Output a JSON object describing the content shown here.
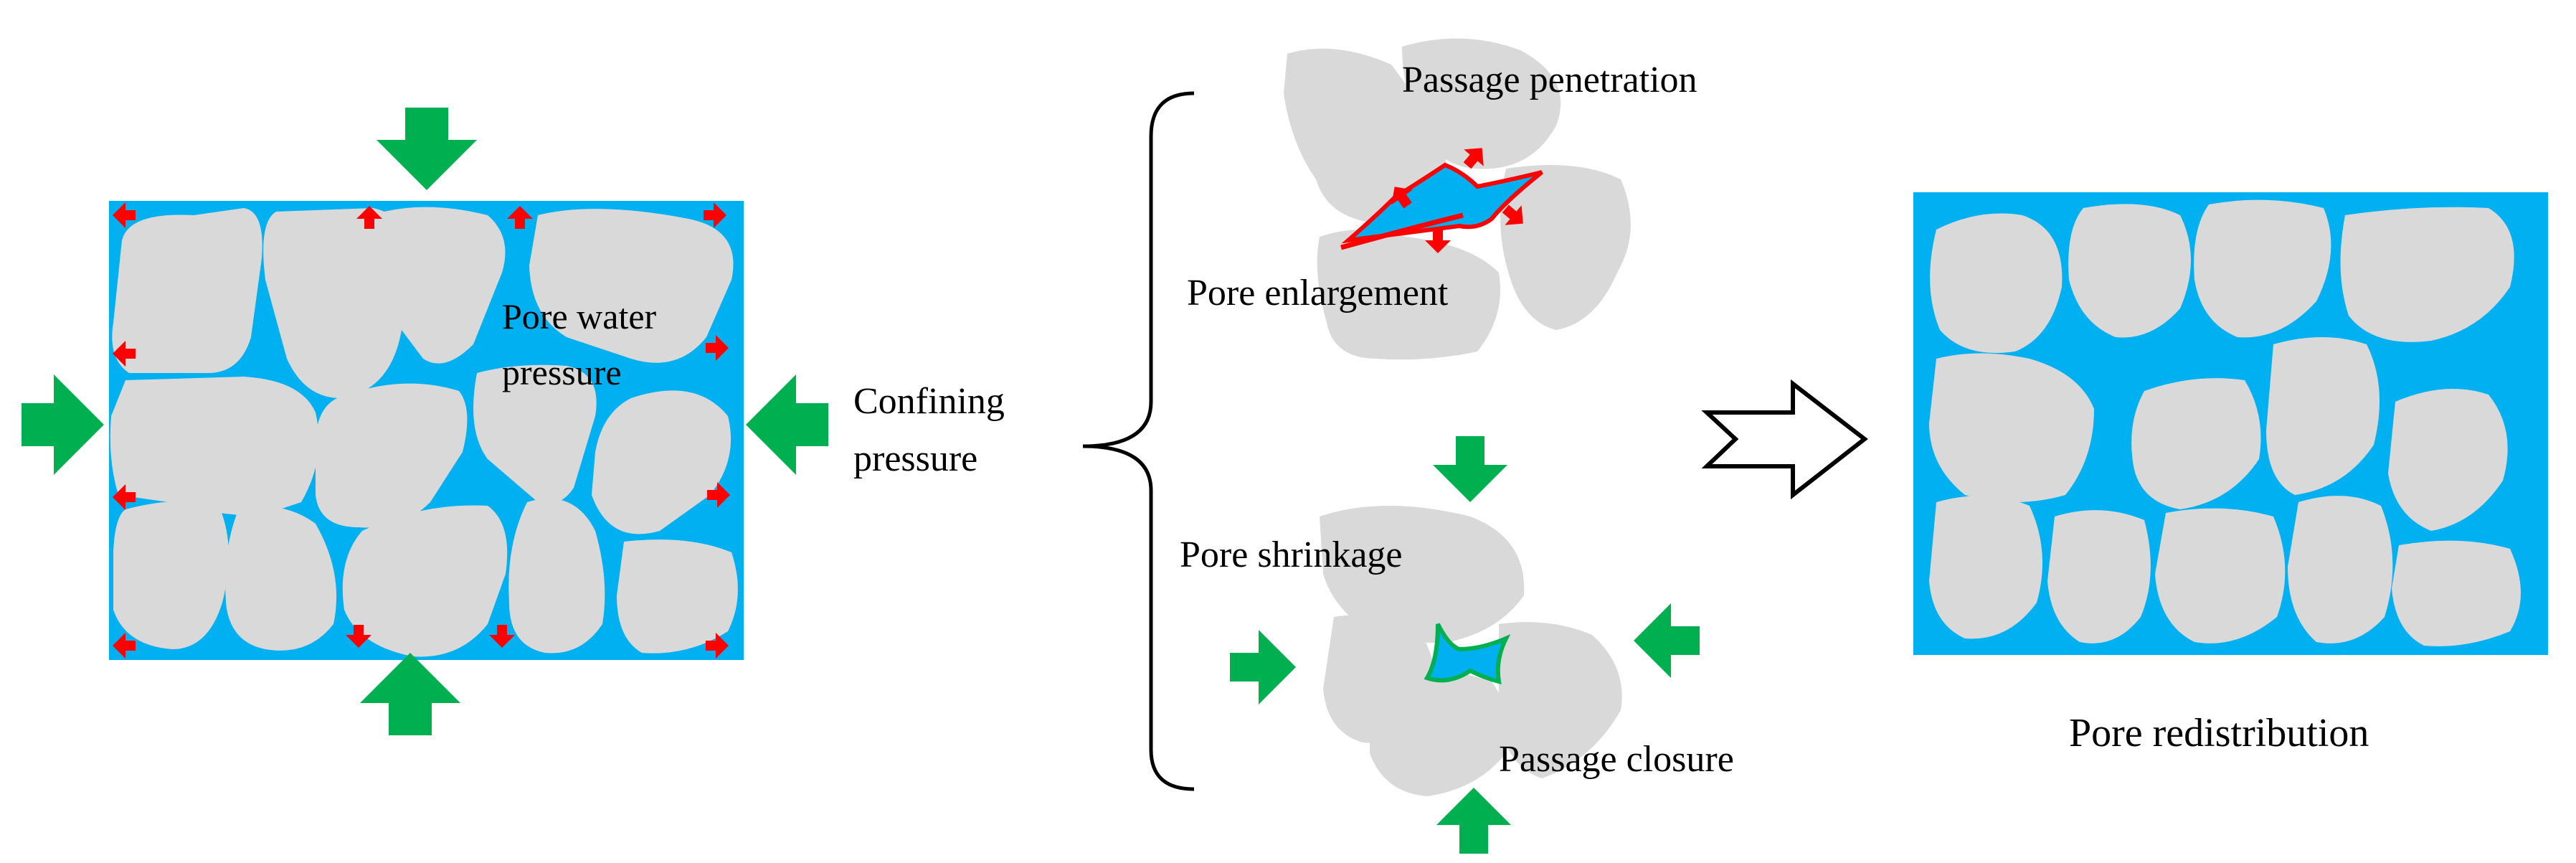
{
  "labels": {
    "pore_water_pressure_line1": "Pore water",
    "pore_water_pressure_line2": "pressure",
    "confining_pressure_line1": "Confining",
    "confining_pressure_line2": "pressure",
    "passage_penetration": "Passage penetration",
    "pore_enlargement": "Pore enlargement",
    "pore_shrinkage": "Pore shrinkage",
    "passage_closure": "Passage closure",
    "pore_redistribution": "Pore redistribution"
  },
  "colors": {
    "pore_water": "#00b0f0",
    "grain": "#d9d9d9",
    "confining_arrow": "#00b050",
    "pore_pressure_arrow": "#ff0000",
    "outline": "#000000",
    "background": "#ffffff"
  },
  "icons": {
    "confining_pressure_arrows": "green-block-arrow",
    "pore_pressure_arrows": "small-red-arrow",
    "transition_arrow": "hollow-right-arrow",
    "bracket": "curly-brace"
  }
}
